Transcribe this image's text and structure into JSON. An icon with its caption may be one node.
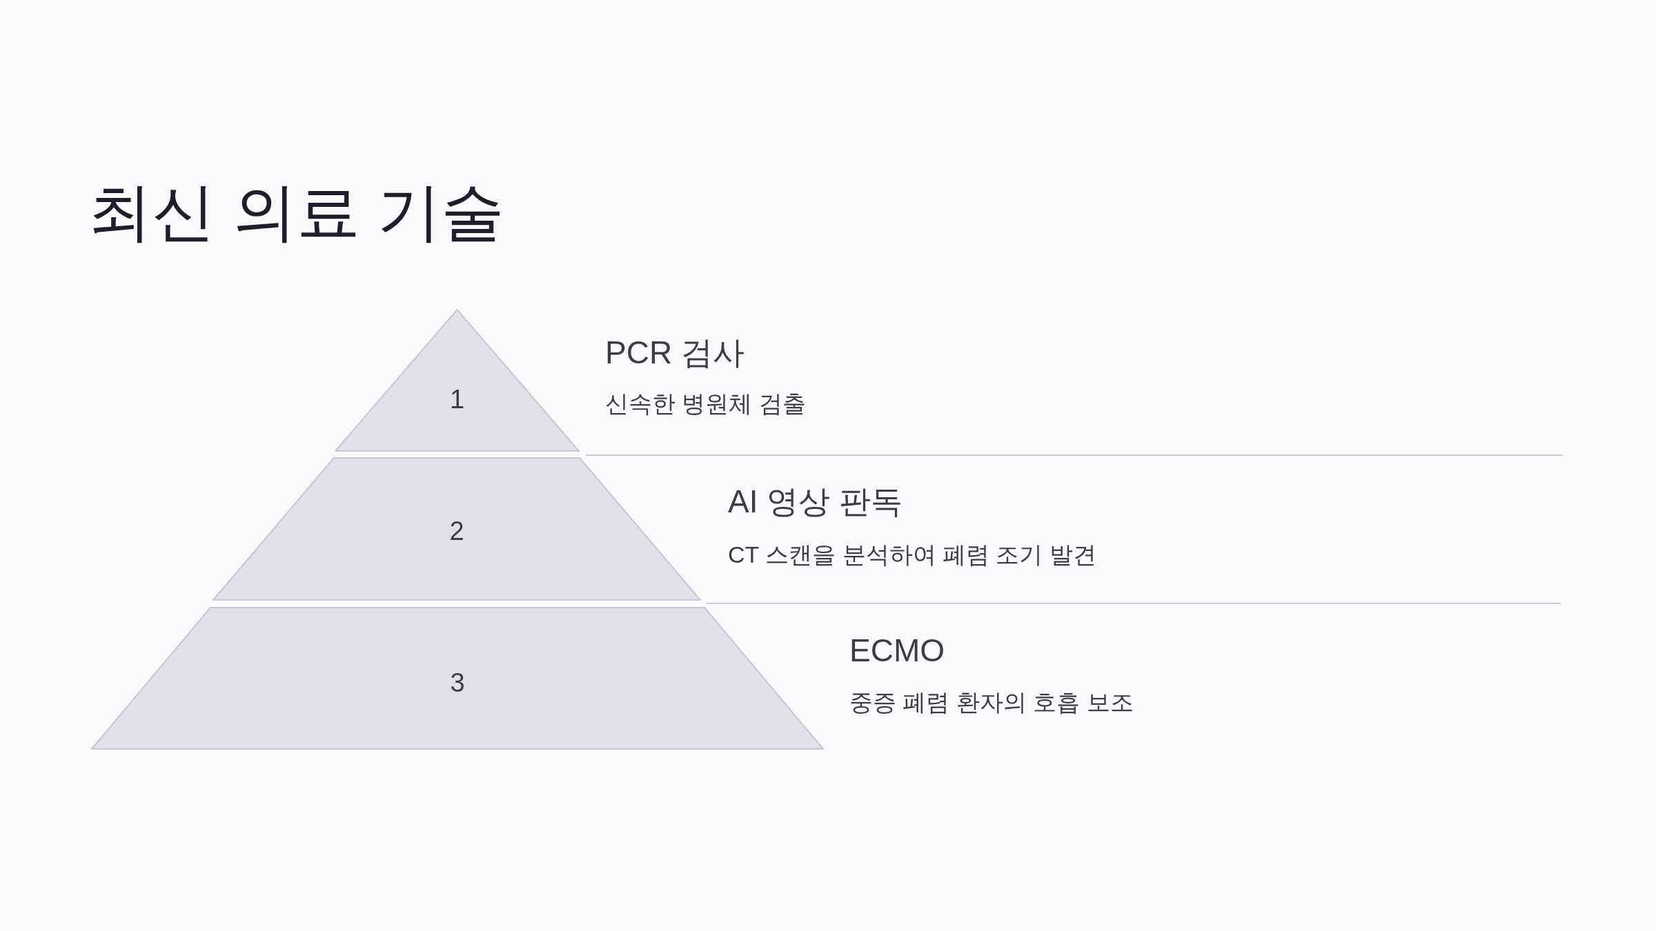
{
  "diagram": {
    "title": "최신 의료 기술",
    "nodes": [
      {
        "text": [
          "1"
        ],
        "beside": [
          "PCR 검사",
          "신속한 병원체 검출"
        ]
      },
      {
        "text": [
          "2"
        ],
        "beside": [
          "AI 영상 판독",
          "CT 스캔을 분석하여 폐렴 조기 발견"
        ]
      },
      {
        "text": [
          "3"
        ],
        "beside": [
          "ECMO",
          "중증 폐렴 환자의 호흡 보조"
        ]
      }
    ]
  }
}
